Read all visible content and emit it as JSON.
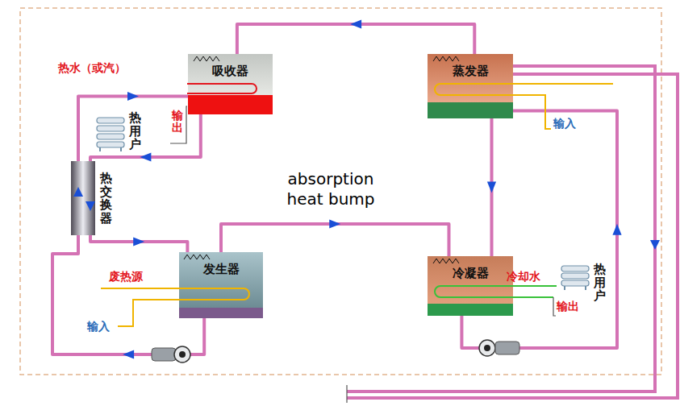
{
  "diagram": {
    "nodes": [
      {
        "text": [
          "吸收器"
        ]
      },
      {
        "text": [
          "蒸发器"
        ]
      },
      {
        "text": [
          "热用户"
        ]
      },
      {
        "text": [
          "热交换器"
        ]
      },
      {
        "text": [
          "发生器"
        ]
      },
      {
        "text": [
          "冷凝器"
        ]
      },
      {
        "text": [
          "热用户"
        ]
      }
    ],
    "edges": [
      {
        "from": 1,
        "to": 0,
        "arrow": "to"
      },
      {
        "from": 1,
        "to": 5,
        "arrow": "to"
      },
      {
        "from": 4,
        "to": 5,
        "arrow": "to"
      },
      {
        "from": 0,
        "to": 3,
        "arrow": "to"
      },
      {
        "from": 3,
        "to": 4,
        "arrow": "to"
      },
      {
        "from": 4,
        "to": 3,
        "arrow": "to"
      },
      {
        "from": 3,
        "to": 0,
        "arrow": "to"
      },
      {
        "from": 5,
        "to": 1,
        "arrow": "to"
      }
    ],
    "labels": [
      "热水（或汽）",
      "输出",
      "输入",
      "absorption heat bump",
      "废热源",
      "输入",
      "冷却水",
      "输出"
    ]
  }
}
